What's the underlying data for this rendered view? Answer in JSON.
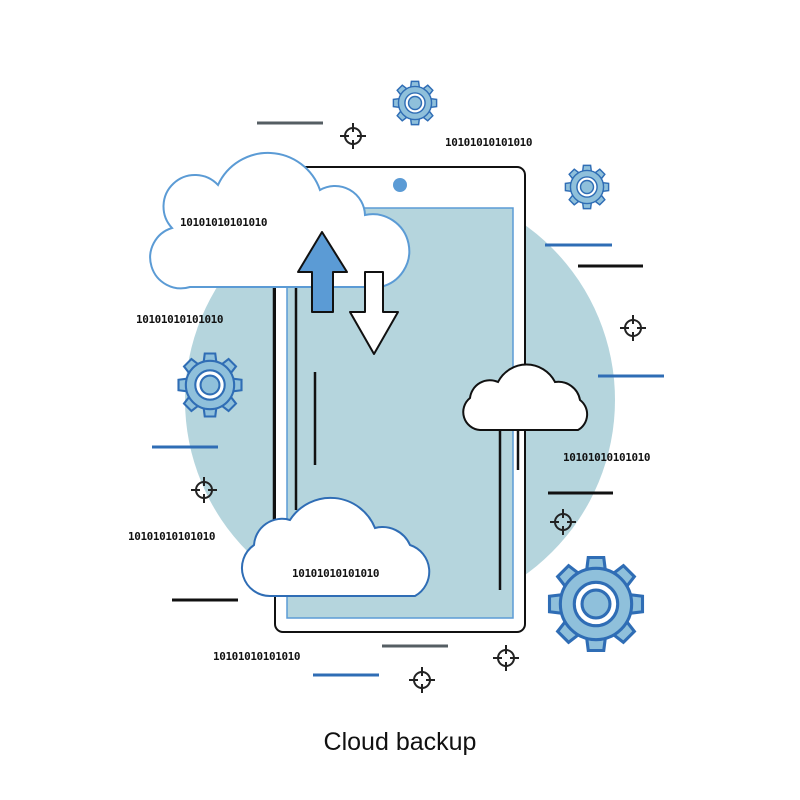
{
  "caption": "Cloud backup",
  "binary_strings": {
    "top_right": "10101010101010",
    "cloud_top_left": "10101010101010",
    "left_upper": "10101010101010",
    "right_middle": "10101010101010",
    "left_lower": "10101010101010",
    "cloud_bottom": "10101010101010",
    "bottom_center": "10101010101010"
  },
  "colors": {
    "accent_blue": "#5b9bd5",
    "light_blue": "#b5d5dd",
    "line_dark": "#222222",
    "dash_blue": "#2f6db5",
    "dash_gray": "#555e63"
  },
  "icons": [
    "gear-icon",
    "crosshair-icon",
    "cloud-icon",
    "upload-arrow-icon",
    "download-arrow-icon",
    "smartphone-icon"
  ]
}
